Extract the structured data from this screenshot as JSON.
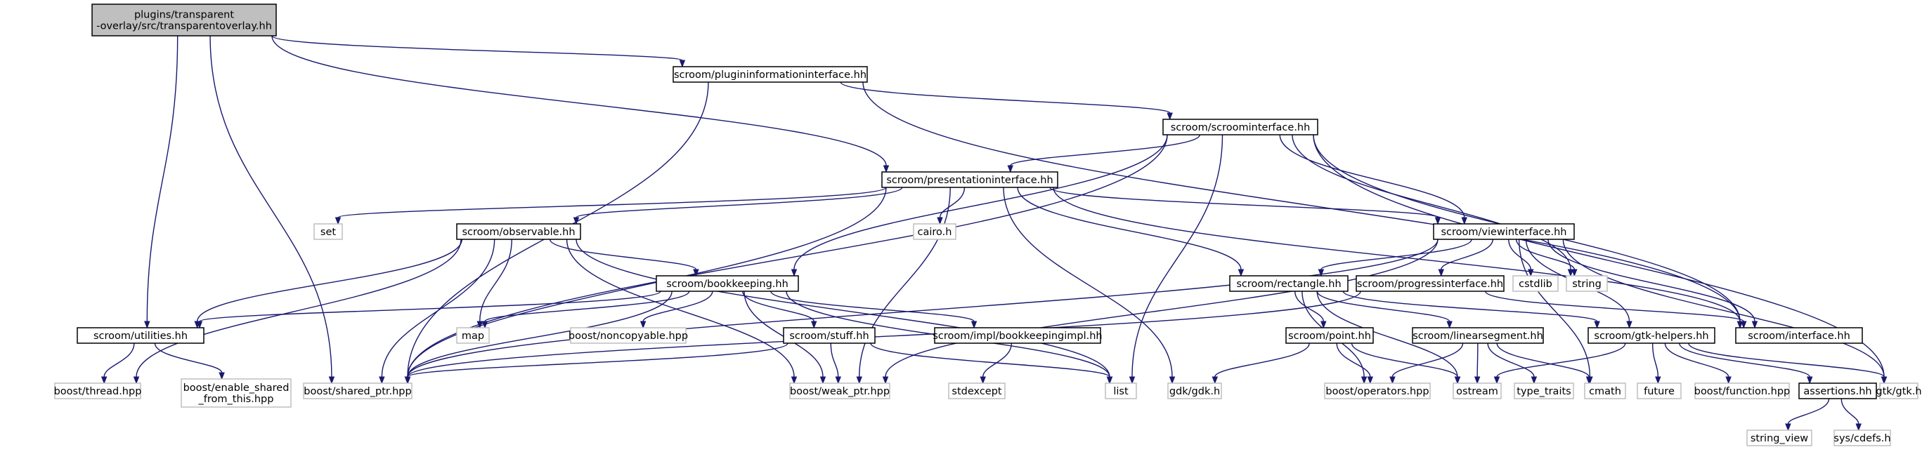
{
  "diagram": {
    "type": "include-dependency-graph",
    "colors": {
      "root_fill": "#bfbfbf",
      "node_border": "#000000",
      "system_border": "#bfbfbf",
      "edge": "#191970"
    },
    "nodes": [
      {
        "id": "root",
        "kind": "root",
        "lines": [
          "plugins/transparent",
          "-overlay/src/transparentoverlay.hh"
        ]
      },
      {
        "id": "plugininfo",
        "kind": "local",
        "lines": [
          "scroom/plugininformationinterface.hh"
        ]
      },
      {
        "id": "utilities",
        "kind": "local",
        "lines": [
          "scroom/utilities.hh"
        ]
      },
      {
        "id": "shared_ptr",
        "kind": "system",
        "lines": [
          "boost/shared_ptr.hpp"
        ]
      },
      {
        "id": "presentation",
        "kind": "local",
        "lines": [
          "scroom/presentationinterface.hh"
        ]
      },
      {
        "id": "scroominterface",
        "kind": "local",
        "lines": [
          "scroom/scroominterface.hh"
        ]
      },
      {
        "id": "gtk",
        "kind": "system",
        "lines": [
          "gtk/gtk.h"
        ]
      },
      {
        "id": "interface",
        "kind": "local",
        "lines": [
          "scroom/interface.hh"
        ]
      },
      {
        "id": "bookkeeping",
        "kind": "local",
        "lines": [
          "scroom/bookkeeping.hh"
        ]
      },
      {
        "id": "list",
        "kind": "system",
        "lines": [
          "list"
        ]
      },
      {
        "id": "viewinterface",
        "kind": "local",
        "lines": [
          "scroom/viewinterface.hh"
        ]
      },
      {
        "id": "string",
        "kind": "system",
        "lines": [
          "string"
        ]
      },
      {
        "id": "set",
        "kind": "system",
        "lines": [
          "set"
        ]
      },
      {
        "id": "observable",
        "kind": "local",
        "lines": [
          "scroom/observable.hh"
        ]
      },
      {
        "id": "cairo",
        "kind": "system",
        "lines": [
          "cairo.h"
        ]
      },
      {
        "id": "weak_ptr",
        "kind": "system",
        "lines": [
          "boost/weak_ptr.hpp"
        ]
      },
      {
        "id": "gdk",
        "kind": "system",
        "lines": [
          "gdk/gdk.h"
        ]
      },
      {
        "id": "rectangle",
        "kind": "local",
        "lines": [
          "scroom/rectangle.hh"
        ]
      },
      {
        "id": "thread",
        "kind": "system",
        "lines": [
          "boost/thread.hpp"
        ]
      },
      {
        "id": "map",
        "kind": "system",
        "lines": [
          "map"
        ]
      },
      {
        "id": "noncopyable",
        "kind": "system",
        "lines": [
          "boost/noncopyable.hpp"
        ]
      },
      {
        "id": "stuff",
        "kind": "local",
        "lines": [
          "scroom/stuff.hh"
        ]
      },
      {
        "id": "bookkeepingimpl",
        "kind": "local",
        "lines": [
          "scroom/impl/bookkeepingimpl.hh"
        ]
      },
      {
        "id": "enable_shared",
        "kind": "system",
        "lines": [
          "boost/enable_shared",
          "_from_this.hpp"
        ]
      },
      {
        "id": "stdexcept",
        "kind": "system",
        "lines": [
          "stdexcept"
        ]
      },
      {
        "id": "progress",
        "kind": "local",
        "lines": [
          "scroom/progressinterface.hh"
        ]
      },
      {
        "id": "cstdlib",
        "kind": "system",
        "lines": [
          "cstdlib"
        ]
      },
      {
        "id": "cmath",
        "kind": "system",
        "lines": [
          "cmath"
        ]
      },
      {
        "id": "gtkhelpers",
        "kind": "local",
        "lines": [
          "scroom/gtk-helpers.hh"
        ]
      },
      {
        "id": "point",
        "kind": "local",
        "lines": [
          "scroom/point.hh"
        ]
      },
      {
        "id": "linearsegment",
        "kind": "local",
        "lines": [
          "scroom/linearsegment.hh"
        ]
      },
      {
        "id": "operators",
        "kind": "system",
        "lines": [
          "boost/operators.hpp"
        ]
      },
      {
        "id": "ostream",
        "kind": "system",
        "lines": [
          "ostream"
        ]
      },
      {
        "id": "type_traits",
        "kind": "system",
        "lines": [
          "type_traits"
        ]
      },
      {
        "id": "future",
        "kind": "system",
        "lines": [
          "future"
        ]
      },
      {
        "id": "function",
        "kind": "system",
        "lines": [
          "boost/function.hpp"
        ]
      },
      {
        "id": "assertions",
        "kind": "local",
        "lines": [
          "assertions.hh"
        ]
      },
      {
        "id": "string_view",
        "kind": "system",
        "lines": [
          "string_view"
        ]
      },
      {
        "id": "cdefs",
        "kind": "system",
        "lines": [
          "sys/cdefs.h"
        ]
      }
    ],
    "edges": [
      {
        "from": "root",
        "to": "plugininfo"
      },
      {
        "from": "root",
        "to": "utilities"
      },
      {
        "from": "root",
        "to": "shared_ptr"
      },
      {
        "from": "root",
        "to": "presentation"
      },
      {
        "from": "plugininfo",
        "to": "scroominterface"
      },
      {
        "from": "plugininfo",
        "to": "shared_ptr"
      },
      {
        "from": "plugininfo",
        "to": "interface"
      },
      {
        "from": "scroominterface",
        "to": "presentation"
      },
      {
        "from": "scroominterface",
        "to": "bookkeeping"
      },
      {
        "from": "scroominterface",
        "to": "shared_ptr"
      },
      {
        "from": "scroominterface",
        "to": "list"
      },
      {
        "from": "scroominterface",
        "to": "viewinterface"
      },
      {
        "from": "scroominterface",
        "to": "string"
      },
      {
        "from": "scroominterface",
        "to": "interface"
      },
      {
        "from": "scroominterface",
        "to": "gtk"
      },
      {
        "from": "presentation",
        "to": "set"
      },
      {
        "from": "presentation",
        "to": "observable"
      },
      {
        "from": "presentation",
        "to": "cairo"
      },
      {
        "from": "presentation",
        "to": "shared_ptr"
      },
      {
        "from": "presentation",
        "to": "weak_ptr"
      },
      {
        "from": "presentation",
        "to": "gdk"
      },
      {
        "from": "presentation",
        "to": "rectangle"
      },
      {
        "from": "presentation",
        "to": "viewinterface"
      },
      {
        "from": "presentation",
        "to": "interface"
      },
      {
        "from": "observable",
        "to": "thread"
      },
      {
        "from": "observable",
        "to": "utilities"
      },
      {
        "from": "observable",
        "to": "shared_ptr"
      },
      {
        "from": "observable",
        "to": "map"
      },
      {
        "from": "observable",
        "to": "weak_ptr"
      },
      {
        "from": "observable",
        "to": "bookkeeping"
      },
      {
        "from": "observable",
        "to": "list"
      },
      {
        "from": "bookkeeping",
        "to": "utilities"
      },
      {
        "from": "bookkeeping",
        "to": "map"
      },
      {
        "from": "bookkeeping",
        "to": "noncopyable"
      },
      {
        "from": "bookkeeping",
        "to": "shared_ptr"
      },
      {
        "from": "bookkeeping",
        "to": "stuff"
      },
      {
        "from": "bookkeeping",
        "to": "weak_ptr"
      },
      {
        "from": "bookkeeping",
        "to": "bookkeepingimpl"
      },
      {
        "from": "bookkeeping",
        "to": "list"
      },
      {
        "from": "utilities",
        "to": "thread"
      },
      {
        "from": "utilities",
        "to": "enable_shared"
      },
      {
        "from": "stuff",
        "to": "shared_ptr"
      },
      {
        "from": "stuff",
        "to": "weak_ptr"
      },
      {
        "from": "stuff",
        "to": "list"
      },
      {
        "from": "bookkeepingimpl",
        "to": "stdexcept"
      },
      {
        "from": "viewinterface",
        "to": "shared_ptr"
      },
      {
        "from": "viewinterface",
        "to": "weak_ptr"
      },
      {
        "from": "viewinterface",
        "to": "rectangle"
      },
      {
        "from": "viewinterface",
        "to": "progress"
      },
      {
        "from": "viewinterface",
        "to": "cstdlib"
      },
      {
        "from": "viewinterface",
        "to": "cmath"
      },
      {
        "from": "viewinterface",
        "to": "gtkhelpers"
      },
      {
        "from": "viewinterface",
        "to": "interface"
      },
      {
        "from": "viewinterface",
        "to": "string"
      },
      {
        "from": "viewinterface",
        "to": "gtk"
      },
      {
        "from": "progress",
        "to": "shared_ptr"
      },
      {
        "from": "progress",
        "to": "interface"
      },
      {
        "from": "rectangle",
        "to": "point"
      },
      {
        "from": "rectangle",
        "to": "linearsegment"
      },
      {
        "from": "rectangle",
        "to": "operators"
      },
      {
        "from": "rectangle",
        "to": "ostream"
      },
      {
        "from": "rectangle",
        "to": "gtkhelpers"
      },
      {
        "from": "point",
        "to": "gdk"
      },
      {
        "from": "point",
        "to": "operators"
      },
      {
        "from": "point",
        "to": "ostream"
      },
      {
        "from": "linearsegment",
        "to": "operators"
      },
      {
        "from": "linearsegment",
        "to": "ostream"
      },
      {
        "from": "linearsegment",
        "to": "type_traits"
      },
      {
        "from": "linearsegment",
        "to": "cmath"
      },
      {
        "from": "gtkhelpers",
        "to": "ostream"
      },
      {
        "from": "gtkhelpers",
        "to": "future"
      },
      {
        "from": "gtkhelpers",
        "to": "function"
      },
      {
        "from": "gtkhelpers",
        "to": "assertions"
      },
      {
        "from": "gtkhelpers",
        "to": "gtk"
      },
      {
        "from": "assertions",
        "to": "string_view"
      },
      {
        "from": "assertions",
        "to": "cdefs"
      }
    ]
  }
}
